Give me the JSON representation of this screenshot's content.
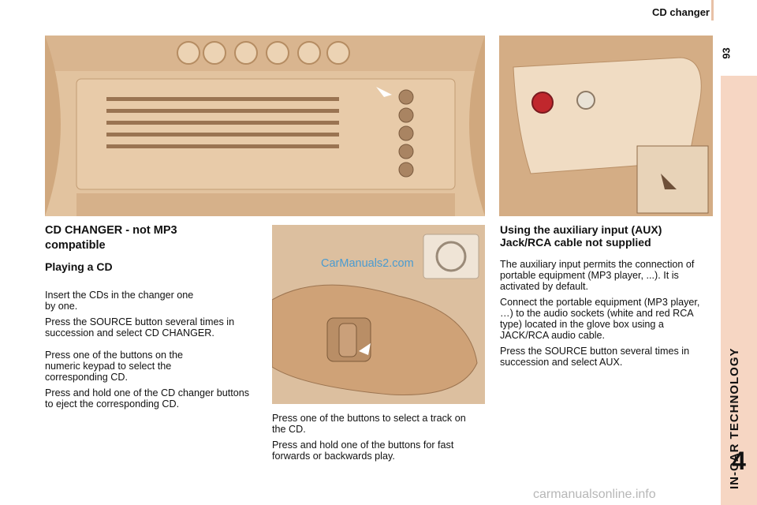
{
  "header": {
    "title": "CD changer",
    "page_number": "93"
  },
  "side_tab": {
    "label": "IN-CAR TECHNOLOGY",
    "chapter": "4",
    "color": "#f6d6c3"
  },
  "cd_section": {
    "title_line1": "CD CHANGER - not MP3",
    "title_line2": "compatible",
    "subtitle": "Playing a CD",
    "paragraphs": [
      "Insert the CDs in the changer one by one.",
      "Press the SOURCE button several times in succession and select CD CHANGER.",
      "Press one of the buttons on the numeric keypad to select the corresponding CD.",
      "Press and hold one of the CD changer buttons to eject the corresponding CD."
    ]
  },
  "wheel_caption": [
    "Press one of the buttons to select a track on the CD.",
    "Press and hold one of the buttons for fast forwards or backwards play."
  ],
  "aux_section": {
    "title_line1": "Using the auxiliary input (AUX)",
    "title_line2": "Jack/RCA cable not supplied",
    "paragraphs": [
      "The auxiliary input permits the connection of portable equipment (MP3 player, ...). It is activated by default.",
      "Connect the portable equipment (MP3 player, …) to the audio sockets (white and red RCA type) located in the glove box using a JACK/RCA audio cable.",
      "Press the SOURCE button several times in succession and select AUX."
    ]
  },
  "watermark": "CarManuals2.com",
  "footer_watermark": "carmanualsonline.info"
}
